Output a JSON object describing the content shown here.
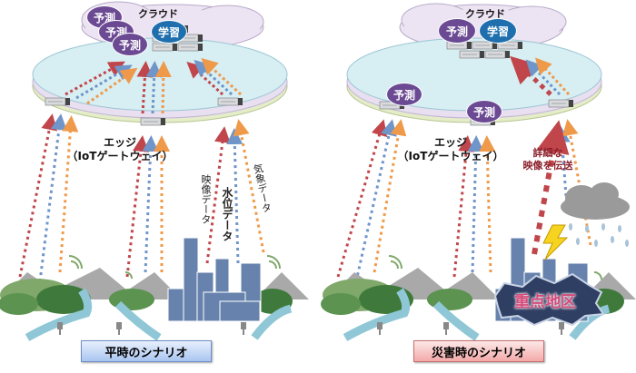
{
  "panels": {
    "normal": {
      "cloud_label": "クラウド",
      "cloud_bubbles": [
        "予測",
        "予測",
        "予測"
      ],
      "learn_bubble": "学習",
      "edge_label_line1": "エッジ",
      "edge_label_line2": "（IoTゲートウェイ）",
      "data_labels": {
        "video": "映像データ",
        "water": "水位データ",
        "weather": "気象データ"
      },
      "scenario_label": "平時のシナリオ"
    },
    "disaster": {
      "cloud_label": "クラウド",
      "cloud_bubble": "予測",
      "learn_bubble": "学習",
      "edge_bubbles": [
        "予測",
        "予測"
      ],
      "edge_label_line1": "エッジ",
      "edge_label_line2": "（IoTゲートウェイ）",
      "detail_label_line1": "詳細な",
      "detail_label_line2": "映像を伝送",
      "key_area_label": "重点地区",
      "scenario_label": "災害時のシナリオ"
    }
  },
  "colors": {
    "red_arrow": "#c0464b",
    "blue_arrow": "#6f95c9",
    "orange_arrow": "#ef9a4a",
    "predict_bubble": "#6b4a93",
    "learn_bubble": "#1f6fae",
    "disk_top": "#d7eef3",
    "cloud": "#ece4f2"
  },
  "icons": [
    "cloud-icon",
    "server-icon",
    "gateway-icon",
    "sensor-icon",
    "wifi-tower-icon",
    "rain-cloud-icon",
    "lightning-icon",
    "building-icon",
    "tree-icon",
    "mountain-icon",
    "river-icon"
  ]
}
